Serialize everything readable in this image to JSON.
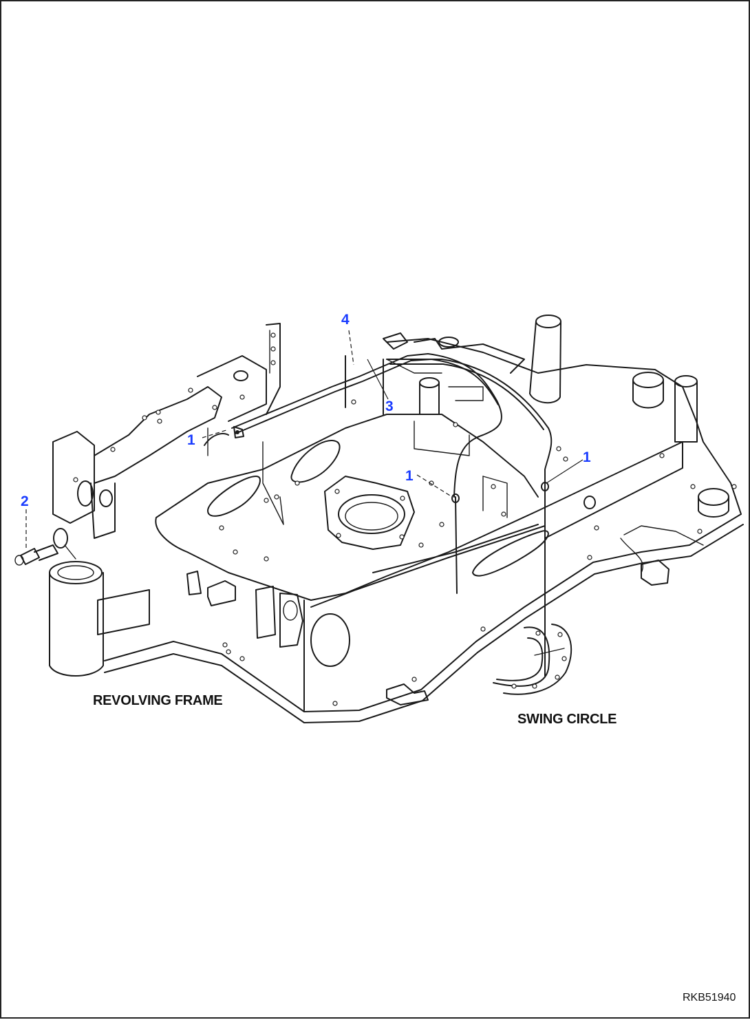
{
  "callouts": {
    "part_1_left": "1",
    "part_1_center": "1",
    "part_1_right": "1",
    "part_2": "2",
    "part_3": "3",
    "part_4": "4"
  },
  "captions": {
    "revolving_frame": "REVOLVING FRAME",
    "swing_circle": "SWING CIRCLE"
  },
  "figure_ref": "RKB51940",
  "colors": {
    "callout": "#1a3cff",
    "line": "#1a1a1a"
  }
}
